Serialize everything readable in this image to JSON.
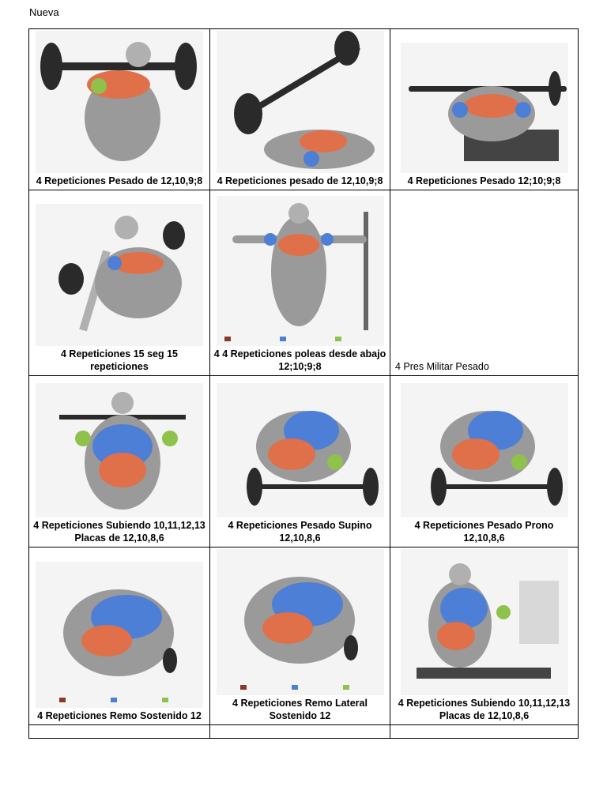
{
  "doc": {
    "heading": "Nueva"
  },
  "rows": [
    [
      {
        "caption": "4 Repeticiones Pesado de 12,10,9;8",
        "illustration": "incline-bench-press"
      },
      {
        "caption": "4 Repeticiones pesado de 12,10,9;8",
        "illustration": "decline-bench-press"
      },
      {
        "caption": "4 Repeticiones Pesado 12;10;9;8",
        "illustration": "bench-press-lower-chest"
      }
    ],
    [
      {
        "caption": "4 Repeticiones 15 seg 15 repeticiones",
        "illustration": "incline-dumbbell-press"
      },
      {
        "caption": "4 4 Repeticiones poleas desde abajo 12;10;9;8",
        "illustration": "low-cable-fly"
      },
      {
        "caption": "4 Pres Militar Pesado",
        "illustration": ""
      }
    ],
    [
      {
        "caption": "4 Repeticiones Subiendo 10,11,12,13 Placas de 12,10,8,6",
        "illustration": "lat-pulldown"
      },
      {
        "caption": "4 Repeticiones Pesado Supino 12,10,8,6",
        "illustration": "bent-over-row-supine"
      },
      {
        "caption": "4 Repeticiones Pesado Prono 12,10,8,6",
        "illustration": "bent-over-row-prone"
      }
    ],
    [
      {
        "caption": "4 Repeticiones Remo Sostenido 12",
        "illustration": "one-arm-dumbbell-row"
      },
      {
        "caption": "4 Repeticiones Remo Lateral Sostenido 12",
        "illustration": "lateral-dumbbell-row"
      },
      {
        "caption": "4 Repeticiones Subiendo 10,11,12,13 Placas de 12,10,8,6",
        "illustration": "seated-cable-row"
      }
    ]
  ],
  "colors": {
    "main_muscle": "#e0704a",
    "secondary_muscle": "#4d7fd6",
    "other_muscle": "#8fc24a",
    "body": "#9a9a9a",
    "equipment": "#2a2a2a"
  }
}
